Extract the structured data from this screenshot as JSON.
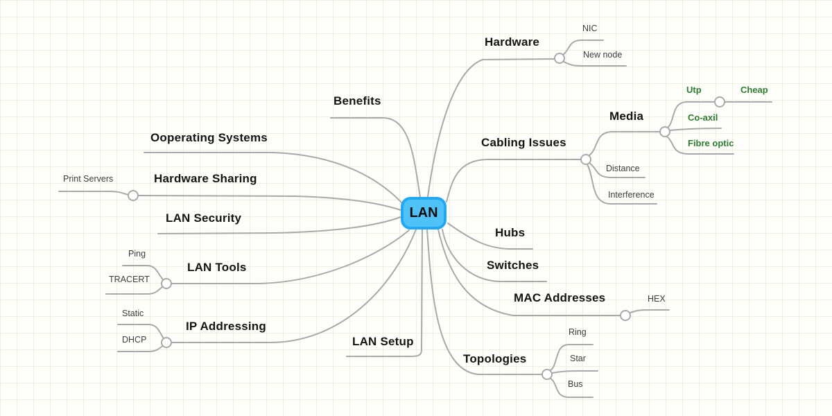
{
  "app": {
    "type": "mind-map",
    "background": "grid"
  },
  "colors": {
    "background": "#fdfdf9",
    "grid_line": "#edf0df",
    "edge": "#a9a9a9",
    "center_node_fill": "#4fc3f7",
    "center_node_border": "#22a7f2",
    "main_label": "#141414",
    "sub_label": "#3d3d3d",
    "highlight_label": "#2e7d32"
  },
  "center": {
    "label": "LAN"
  },
  "branches": {
    "benefits": {
      "label": "Benefits"
    },
    "hardware": {
      "label": "Hardware",
      "children": {
        "nic": {
          "label": "NIC"
        },
        "new_node": {
          "label": "New node"
        }
      }
    },
    "cabling_issues": {
      "label": "Cabling Issues",
      "children": {
        "media": {
          "label": "Media",
          "children": {
            "utp": {
              "label": "Utp",
              "children": {
                "cheap": {
                  "label": "Cheap"
                }
              }
            },
            "co_axil": {
              "label": "Co-axil"
            },
            "fibre_optic": {
              "label": "Fibre optic"
            }
          }
        },
        "distance": {
          "label": "Distance"
        },
        "interference": {
          "label": "Interference"
        }
      }
    },
    "hubs": {
      "label": "Hubs"
    },
    "switches": {
      "label": "Switches"
    },
    "mac_addresses": {
      "label": "MAC Addresses",
      "children": {
        "hex": {
          "label": "HEX"
        }
      }
    },
    "topologies": {
      "label": "Topologies",
      "children": {
        "ring": {
          "label": "Ring"
        },
        "star": {
          "label": "Star"
        },
        "bus": {
          "label": "Bus"
        }
      }
    },
    "lan_setup": {
      "label": "LAN Setup"
    },
    "ip_addressing": {
      "label": "IP Addressing",
      "children": {
        "static": {
          "label": "Static"
        },
        "dhcp": {
          "label": "DHCP"
        }
      }
    },
    "lan_tools": {
      "label": "LAN Tools",
      "children": {
        "ping": {
          "label": "Ping"
        },
        "tracert": {
          "label": "TRACERT"
        }
      }
    },
    "lan_security": {
      "label": "LAN Security"
    },
    "hardware_sharing": {
      "label": "Hardware Sharing",
      "children": {
        "print_servers": {
          "label": "Print Servers"
        }
      }
    },
    "ooperating_systems": {
      "label": "Ooperating Systems"
    }
  }
}
